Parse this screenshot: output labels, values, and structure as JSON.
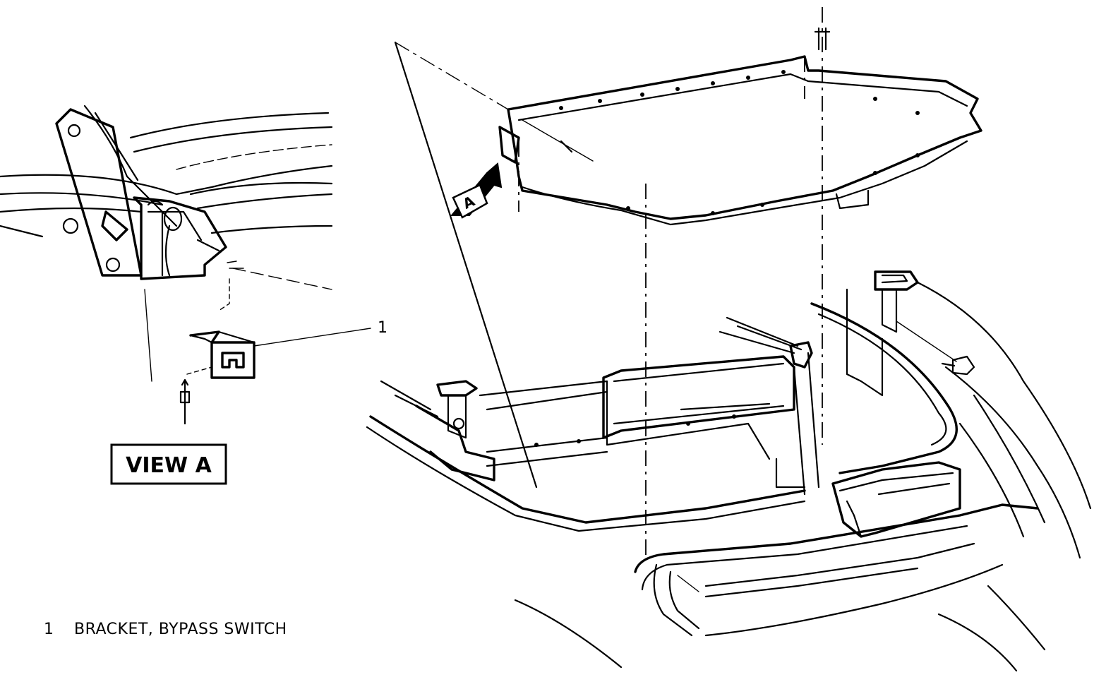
{
  "view_label": "VIEW A",
  "view_arrow_letter": "A",
  "callouts": [
    {
      "number": "1"
    }
  ],
  "legend": [
    {
      "number": "1",
      "text": "BRACKET, BYPASS SWITCH"
    }
  ]
}
